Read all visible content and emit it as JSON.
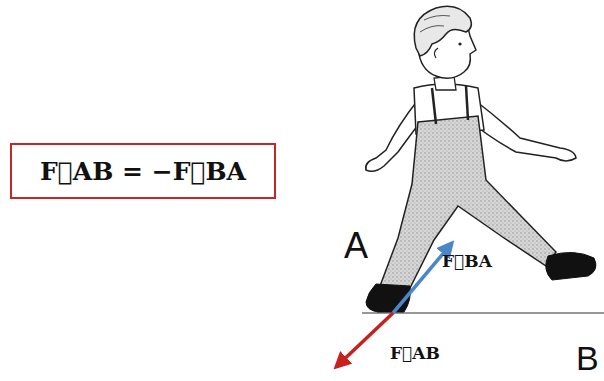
{
  "diagram": {
    "nodes": [
      {
        "text": [
          "F⃗AB = −F⃗BA"
        ]
      }
    ],
    "labels": [
      "A",
      "F⃗BA",
      "F⃗AB",
      "B"
    ]
  }
}
